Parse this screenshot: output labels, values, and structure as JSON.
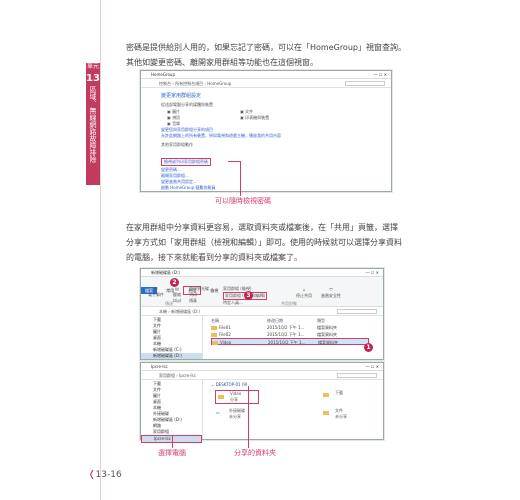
{
  "chapter": {
    "word": "單元",
    "number": "13",
    "title": "區域、無線網路故障排除"
  },
  "intro": [
    "密碼是提供給別人用的，如果忘記了密碼，可以在「HomeGroup」視窗查詢。",
    "其他如變更密碼、離開家用群組等功能也在這個視窗。"
  ],
  "screenshot1": {
    "window_title": "HomeGroup",
    "address": "控制台  ›  所有控制台項目  ›  HomeGroup",
    "heading": "變更家用群組設定",
    "section1": "從這部電腦分享的媒體與裝置",
    "shares": [
      "圖片",
      "視訊",
      "音樂",
      "文件",
      "印表機與裝置"
    ],
    "shares_link": "變更您與家用群組分享的項目",
    "stream_link": "允許此網路上的所有裝置，例如電視和遊戲主機，播放我的共用內容",
    "section2": "其他家用群組動作",
    "actions": [
      "檢視或列印家用群組密碼",
      "變更密碼...",
      "離開家用群組...",
      "變更進階共用設定...",
      "啟動 HomeGroup 疑難排解員"
    ],
    "callout": "可以隨時檢視密碼"
  },
  "body": [
    "在家用群組中分享資料更容易，選取資料夾或檔案後，在「共用」頁籤，選擇",
    "分享方式如「家用群組（檢視和編輯）」即可。使用的時候就可以選擇分享資料",
    "的電腦，接下來就能看到分享的資料夾或檔案了。"
  ],
  "screenshot2": {
    "top": {
      "title": "新增磁碟區 (D:)",
      "tabs": [
        "檔案",
        "常用",
        "共用",
        "檢視"
      ],
      "ribbon_share": [
        "電子郵件",
        "壓縮 (zip)",
        "燒錄到光碟",
        "列印",
        "傳真"
      ],
      "ribbon_group_menu": [
        "家用群組 (檢視)",
        "家用群組 (檢視和編輯)",
        "特定人員..."
      ],
      "ribbon_stop": "停止共用",
      "ribbon_adv": "進階安全性",
      "group_label": "傳送",
      "share_label": "共用對象",
      "address": "本機  ›  新增磁碟區 (D:)",
      "nav": [
        "下載",
        "文件",
        "圖片",
        "桌面",
        "本機",
        "新增磁碟區 (C:)",
        "新增磁碟區 (D:)"
      ],
      "col_name": "名稱",
      "col_date": "修改日期",
      "col_type": "類型",
      "files": [
        {
          "name": "File01",
          "date": "2015/10/2 下午 1...",
          "type": "檔案資料夾"
        },
        {
          "name": "File02",
          "date": "2015/10/2 下午 1...",
          "type": "檔案資料夾"
        },
        {
          "name": "Video",
          "date": "2015/10/2 下午 1...",
          "type": "檔案資料夾"
        }
      ]
    },
    "bottom": {
      "title": "Ipcre-lsc",
      "address": "家用群組  ›  Ipcre-lsc",
      "group": "DESKTOP-01 (9)",
      "items": [
        {
          "name": "Video",
          "sub": "分享"
        },
        {
          "name": "下載",
          "sub": ""
        },
        {
          "name": "外接磁碟",
          "sub": "外接磁碟\n未分享"
        },
        {
          "name": "文件",
          "sub": "文件\n未分享"
        }
      ],
      "nav": [
        "下載",
        "文件",
        "圖片",
        "桌面",
        "本機",
        "外接磁碟",
        "新增磁碟區 (D:)",
        "網路",
        "家用群組",
        "Ipcre-lsc"
      ]
    },
    "callout_left": "選擇電腦",
    "callout_right": "分享的資料夾",
    "badges": [
      "1",
      "2",
      "3"
    ]
  },
  "page_number": "13-16",
  "colors": {
    "accent": "#c23a5d",
    "callout": "#d63c6b",
    "link": "#3366cc"
  }
}
